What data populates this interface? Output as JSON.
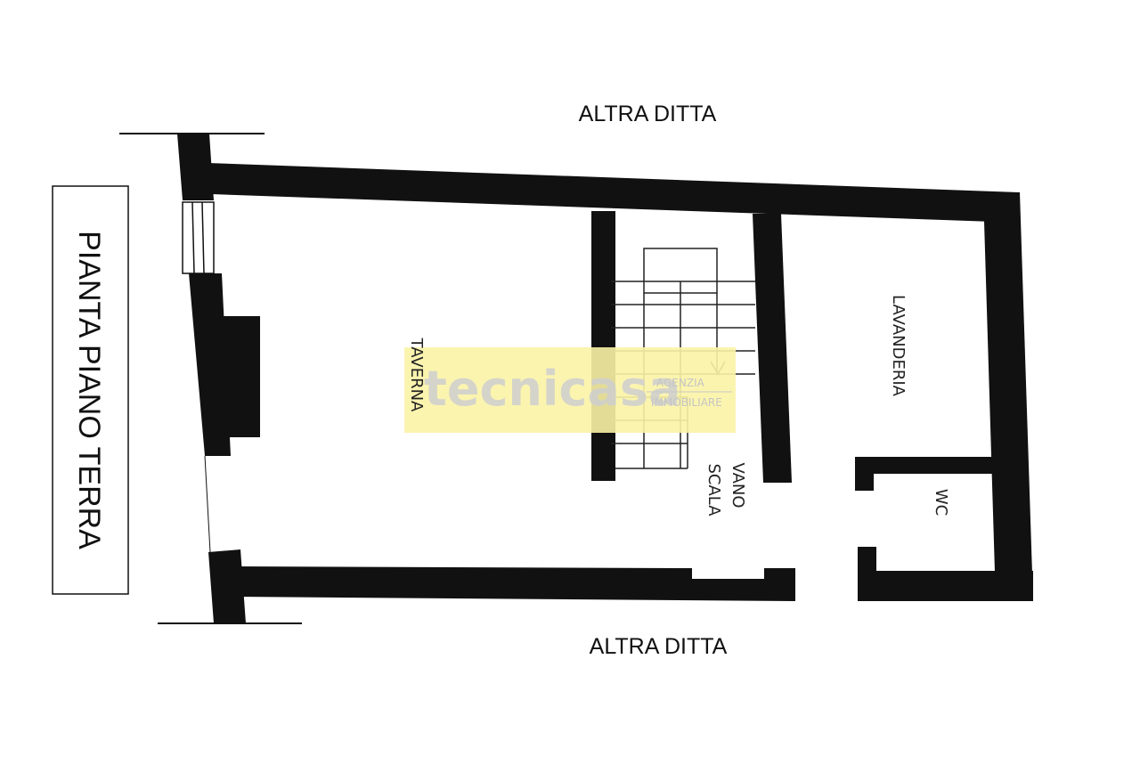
{
  "plan_title": "PIANTA PIANO TERRA",
  "neighbor_top": "ALTRA DITTA",
  "neighbor_bottom": "ALTRA DITTA",
  "rooms": {
    "taverna": "TAVERNA",
    "vano_scala_line1": "VANO",
    "vano_scala_line2": "SCALA",
    "lavanderia": "LAVANDERIA",
    "wc": "WC"
  },
  "watermark": {
    "brand": "tecnicasa",
    "line1": "AGENZIA",
    "line2": "IMMOBILIARE"
  },
  "colors": {
    "wall": "#111111",
    "watermark_bg": "#fbf3a6",
    "watermark_text": "#c9c9c9"
  }
}
